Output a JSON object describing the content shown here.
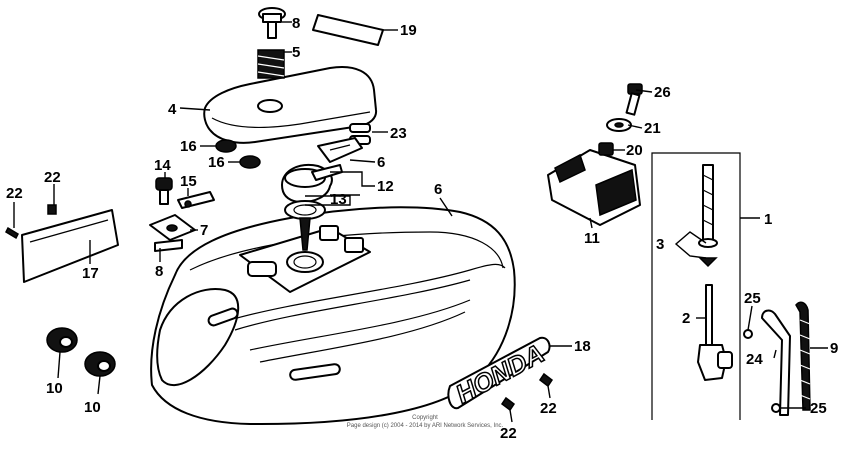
{
  "callouts": {
    "c8_top": "8",
    "c19": "19",
    "c5": "5",
    "c4": "4",
    "c26": "26",
    "c21": "21",
    "c23": "23",
    "c16_a": "16",
    "c16_b": "16",
    "c6_bracket": "6",
    "c20": "20",
    "c14": "14",
    "c15": "15",
    "c12": "12",
    "c13": "13",
    "c6_tank": "6",
    "c1": "1",
    "c22_left": "22",
    "c22_strip": "22",
    "c7": "7",
    "c11": "11",
    "c3": "3",
    "c8_bottom": "8",
    "c17": "17",
    "c25_top": "25",
    "c2": "2",
    "c9": "9",
    "c24": "24",
    "c18": "18",
    "c10_a": "10",
    "c10_b": "10",
    "c22_emblem": "22",
    "c22_bottom": "22",
    "c25_bottom": "25"
  },
  "emblem_text": "HONDA",
  "copyright": {
    "line1": "Copyright",
    "line2": "Page design (c) 2004 - 2014 by ARI Network Services, Inc."
  }
}
